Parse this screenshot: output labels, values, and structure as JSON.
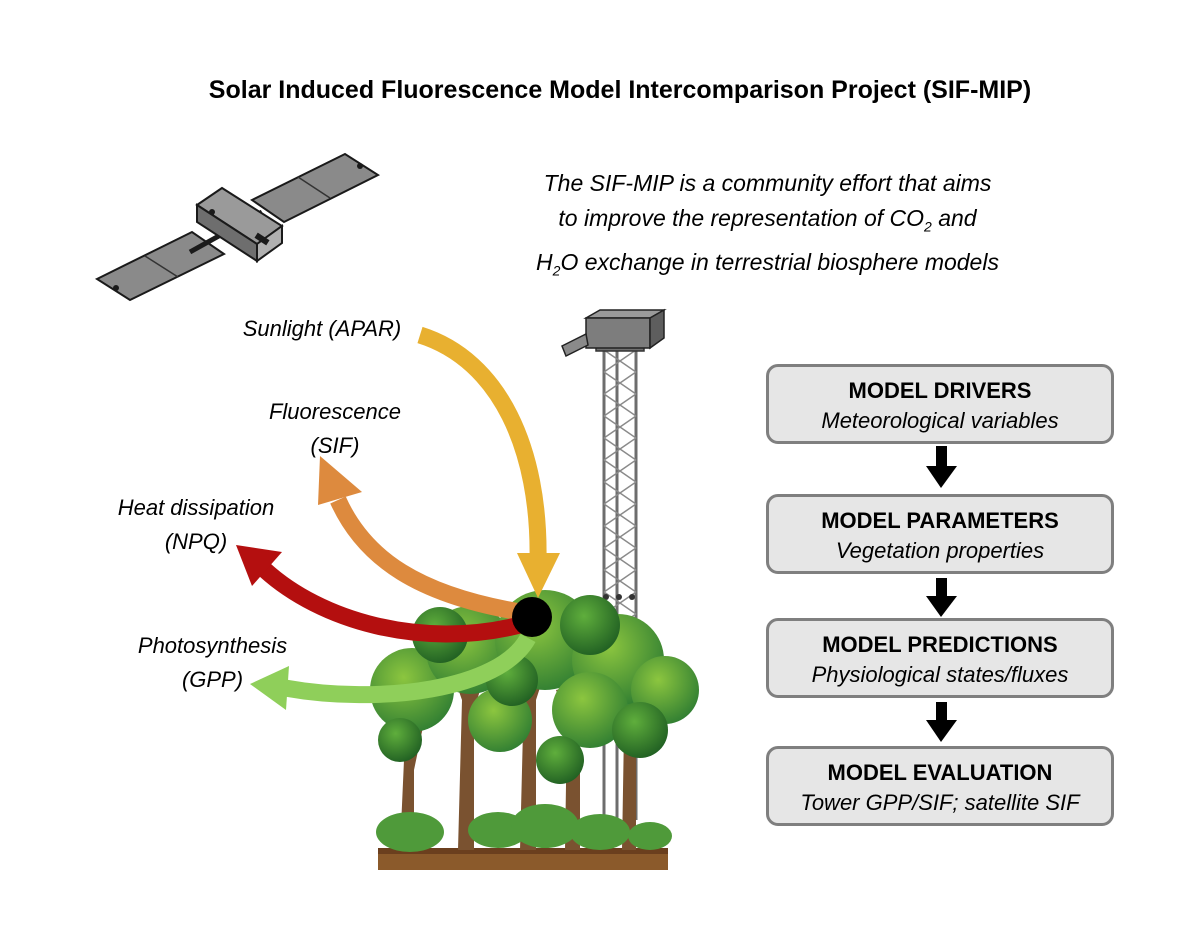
{
  "title": "Solar Induced Fluorescence Model Intercomparison Project (SIF-MIP)",
  "description": {
    "line1": "The SIF-MIP is a community effort that aims",
    "line2_a": "to improve the representation of CO",
    "line2_sub": "2",
    "line2_b": " and",
    "line3_a": "H",
    "line3_sub": "2",
    "line3_b": "O exchange in terrestrial biosphere models"
  },
  "flows": {
    "sunlight": "Sunlight (APAR)",
    "fluorescence_1": "Fluorescence",
    "fluorescence_2": "(SIF)",
    "heat_1": "Heat dissipation",
    "heat_2": "(NPQ)",
    "photo_1": "Photosynthesis",
    "photo_2": "(GPP)"
  },
  "colors": {
    "sunlight": "#e8b030",
    "fluorescence": "#dd8a3e",
    "heat": "#b40f0f",
    "photosynthesis": "#8fcf5a",
    "box_fill": "#e6e6e6",
    "box_border": "#7f7f7f"
  },
  "icons": [
    "satellite-icon",
    "flux-tower-icon",
    "forest-icon"
  ],
  "workflow": [
    {
      "heading": "MODEL DRIVERS",
      "detail": "Meteorological variables"
    },
    {
      "heading": "MODEL PARAMETERS",
      "detail": "Vegetation properties"
    },
    {
      "heading": "MODEL PREDICTIONS",
      "detail": "Physiological states/fluxes"
    },
    {
      "heading": "MODEL EVALUATION",
      "detail": "Tower GPP/SIF; satellite SIF"
    }
  ]
}
